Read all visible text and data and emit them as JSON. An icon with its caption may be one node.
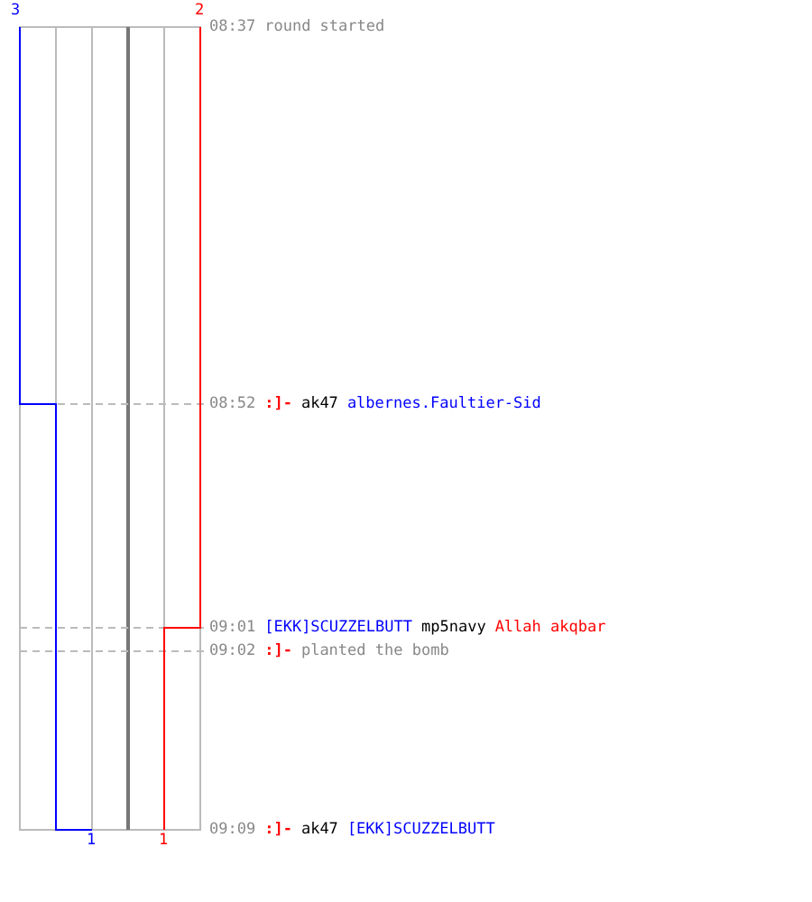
{
  "diagram": {
    "labels": [
      "3",
      "2",
      "08:37",
      "round started",
      "08:52",
      ":]-",
      "ak47",
      "albernes.Faultier-Sid",
      "09:01",
      "[EKK]SCUZZELBUTT",
      "mp5navy",
      "Allah akqbar",
      "09:02",
      ":]-",
      "planted the bomb",
      "09:09",
      ":]-",
      "ak47",
      "[EKK]SCUZZELBUTT",
      "1",
      "1"
    ]
  }
}
